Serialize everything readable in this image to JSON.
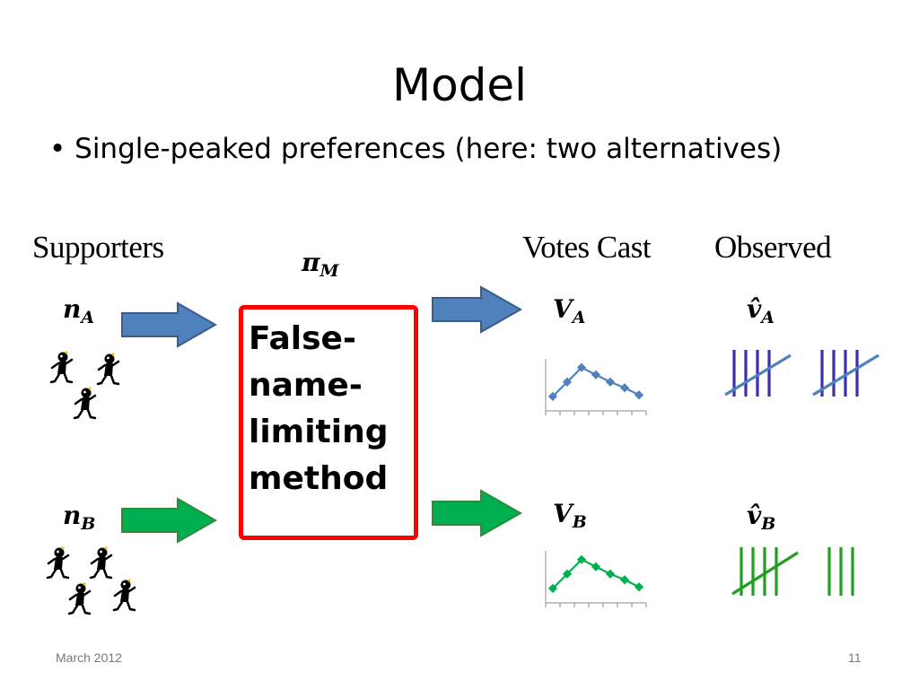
{
  "slide": {
    "title": "Model",
    "bullet": "Single-peaked preferences (here: two alternatives)",
    "headers": {
      "supporters": "Supporters",
      "pi": "π",
      "pi_sub": "M",
      "votes_cast": "Votes Cast",
      "observed": "Observed"
    },
    "vars": {
      "nA": "n",
      "nA_sub": "A",
      "nB": "n",
      "nB_sub": "B",
      "VA": "V",
      "VA_sub": "A",
      "VB": "V",
      "VB_sub": "B",
      "vhatA": "v̂",
      "vhatA_sub": "A",
      "vhatB": "v̂",
      "vhatB_sub": "B"
    },
    "method": "False-\nname-\nlimiting\nmethod",
    "colors": {
      "blue": "#4f81bd",
      "green": "#00b050",
      "red": "#ff0000",
      "tally_blue": "#3b2fae",
      "tally_green": "#1f9e1f"
    },
    "supporters_A_count": 3,
    "supporters_B_count": 4,
    "tally_A": [
      {
        "strokes": 4,
        "crossed": true
      },
      {
        "strokes": 4,
        "crossed": true
      }
    ],
    "tally_B": [
      {
        "strokes": 4,
        "crossed": true
      },
      {
        "strokes": 3,
        "crossed": false
      }
    ],
    "footer": {
      "date": "March 2012",
      "page": "11"
    }
  },
  "chart_data": [
    {
      "type": "line",
      "series": [
        {
          "values": [
            1,
            2,
            3,
            2.5,
            2,
            1.6,
            1.1
          ]
        }
      ]
    },
    {
      "type": "line",
      "series": [
        {
          "values": [
            1,
            2,
            3,
            2.5,
            2,
            1.6,
            1.1
          ]
        }
      ]
    }
  ]
}
